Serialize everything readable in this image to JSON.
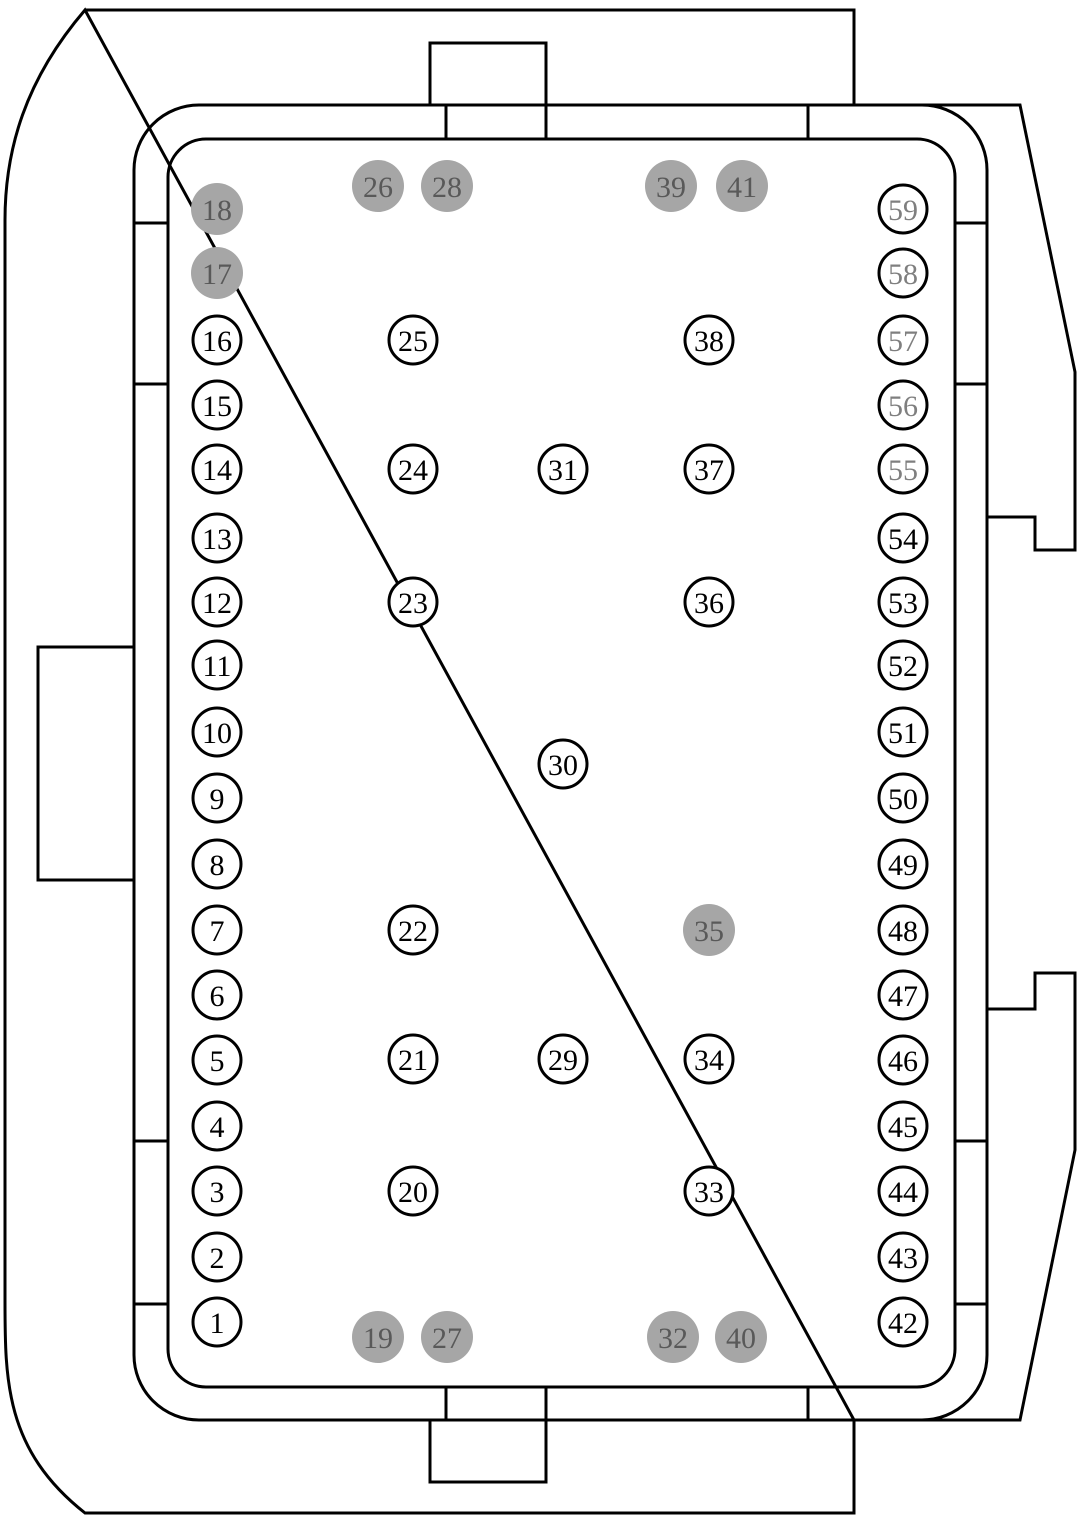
{
  "connector": {
    "pins": [
      {
        "label": "1",
        "state": "open"
      },
      {
        "label": "2",
        "state": "open"
      },
      {
        "label": "3",
        "state": "open"
      },
      {
        "label": "4",
        "state": "open"
      },
      {
        "label": "5",
        "state": "open"
      },
      {
        "label": "6",
        "state": "open"
      },
      {
        "label": "7",
        "state": "open"
      },
      {
        "label": "8",
        "state": "open"
      },
      {
        "label": "9",
        "state": "open"
      },
      {
        "label": "10",
        "state": "open"
      },
      {
        "label": "11",
        "state": "open"
      },
      {
        "label": "12",
        "state": "open"
      },
      {
        "label": "13",
        "state": "open"
      },
      {
        "label": "14",
        "state": "open"
      },
      {
        "label": "15",
        "state": "open"
      },
      {
        "label": "16",
        "state": "open"
      },
      {
        "label": "17",
        "state": "unused"
      },
      {
        "label": "18",
        "state": "unused"
      },
      {
        "label": "19",
        "state": "unused"
      },
      {
        "label": "20",
        "state": "open"
      },
      {
        "label": "21",
        "state": "open"
      },
      {
        "label": "22",
        "state": "open"
      },
      {
        "label": "23",
        "state": "open"
      },
      {
        "label": "24",
        "state": "open"
      },
      {
        "label": "25",
        "state": "open"
      },
      {
        "label": "26",
        "state": "unused"
      },
      {
        "label": "27",
        "state": "unused"
      },
      {
        "label": "28",
        "state": "unused"
      },
      {
        "label": "29",
        "state": "open"
      },
      {
        "label": "30",
        "state": "open"
      },
      {
        "label": "31",
        "state": "open"
      },
      {
        "label": "32",
        "state": "unused"
      },
      {
        "label": "33",
        "state": "open"
      },
      {
        "label": "34",
        "state": "open"
      },
      {
        "label": "35",
        "state": "unused"
      },
      {
        "label": "36",
        "state": "open"
      },
      {
        "label": "37",
        "state": "open"
      },
      {
        "label": "38",
        "state": "open"
      },
      {
        "label": "39",
        "state": "unused"
      },
      {
        "label": "40",
        "state": "unused"
      },
      {
        "label": "41",
        "state": "unused"
      },
      {
        "label": "42",
        "state": "open"
      },
      {
        "label": "43",
        "state": "open"
      },
      {
        "label": "44",
        "state": "open"
      },
      {
        "label": "45",
        "state": "open"
      },
      {
        "label": "46",
        "state": "open"
      },
      {
        "label": "47",
        "state": "open"
      },
      {
        "label": "48",
        "state": "open"
      },
      {
        "label": "49",
        "state": "open"
      },
      {
        "label": "50",
        "state": "open"
      },
      {
        "label": "51",
        "state": "open"
      },
      {
        "label": "52",
        "state": "open"
      },
      {
        "label": "53",
        "state": "open"
      },
      {
        "label": "54",
        "state": "open"
      },
      {
        "label": "55",
        "state": "open-grey-label"
      },
      {
        "label": "56",
        "state": "open-grey-label"
      },
      {
        "label": "57",
        "state": "open-grey-label"
      },
      {
        "label": "58",
        "state": "open-grey-label"
      },
      {
        "label": "59",
        "state": "open-grey-label"
      }
    ]
  },
  "colors": {
    "line": "#000000",
    "unused_fill": "#a6a6a6",
    "unused_text": "#595959",
    "grey_label_text": "#7f7f7f",
    "background": "#ffffff"
  }
}
